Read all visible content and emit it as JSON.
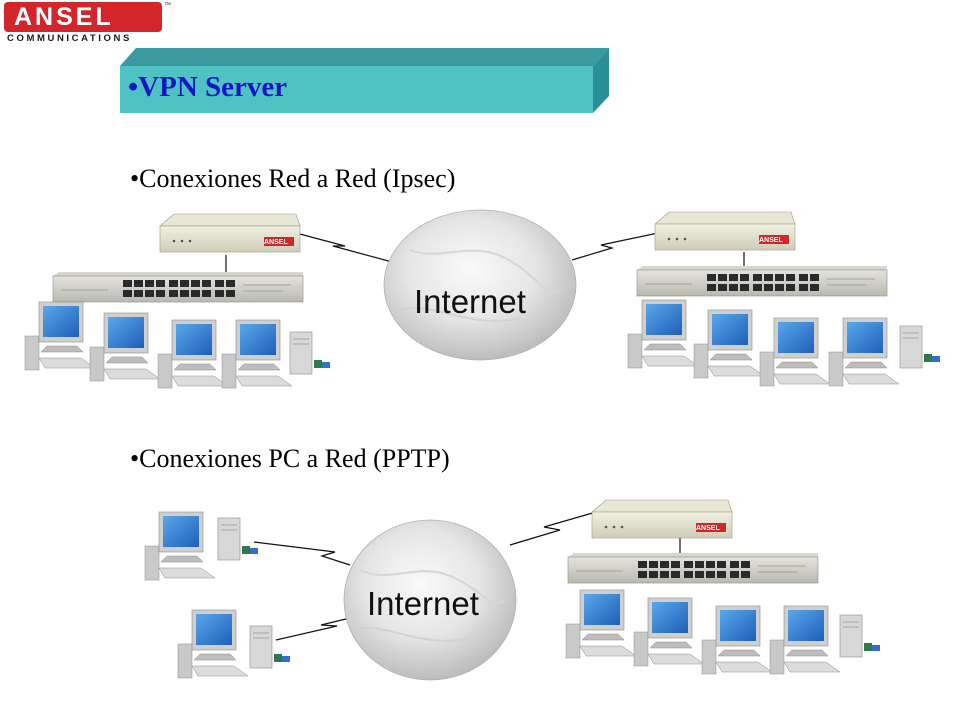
{
  "logo": {
    "name": "ANSEL",
    "tm": "™",
    "tagline": "COMMUNICATIONS"
  },
  "title": {
    "bullet": "•",
    "text": "VPN Server"
  },
  "sections": [
    {
      "bullet": "•",
      "text": "Conexiones Red a Red (Ipsec)"
    },
    {
      "bullet": "•",
      "text": "Conexiones PC a Red (PPTP)"
    }
  ],
  "clouds": [
    {
      "label": "Internet"
    },
    {
      "label": "Internet"
    }
  ],
  "device_label": "ANSEL",
  "colors": {
    "banner": "#4fc3c3",
    "banner_top": "#3a9a9e",
    "banner_side": "#2a8f96",
    "title": "#1515c8",
    "logo_red": "#d3262b",
    "monitor_screen": "#2e7fd6"
  }
}
